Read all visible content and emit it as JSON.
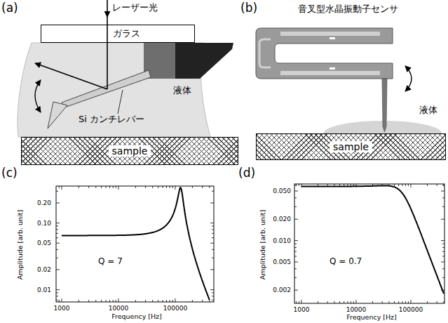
{
  "diagram": {
    "nodes": [
      {
        "text": [
          "ガラス"
        ]
      },
      {
        "text": [
          "sample"
        ]
      },
      {
        "text": [
          "sample"
        ]
      }
    ],
    "labels": [
      "(a)",
      "レーザー光",
      "液体",
      "Si カンチレバー",
      "(b)",
      "音叉型水晶振動子センサ",
      "液体",
      "(c)",
      "Amplitude [arb. unit]",
      "0.20",
      "0.10",
      "0.05",
      "0.02",
      "0.01",
      "1000",
      "10000",
      "100000",
      "Frequency [Hz]",
      "Q = 7",
      "(d)",
      "Amplitude [arb. unit]",
      "0.050",
      "0.020",
      "0.010",
      "0.005",
      "0.002",
      "1000",
      "10000",
      "100000",
      "Frequency [Hz]",
      "Q = 0.7"
    ]
  }
}
